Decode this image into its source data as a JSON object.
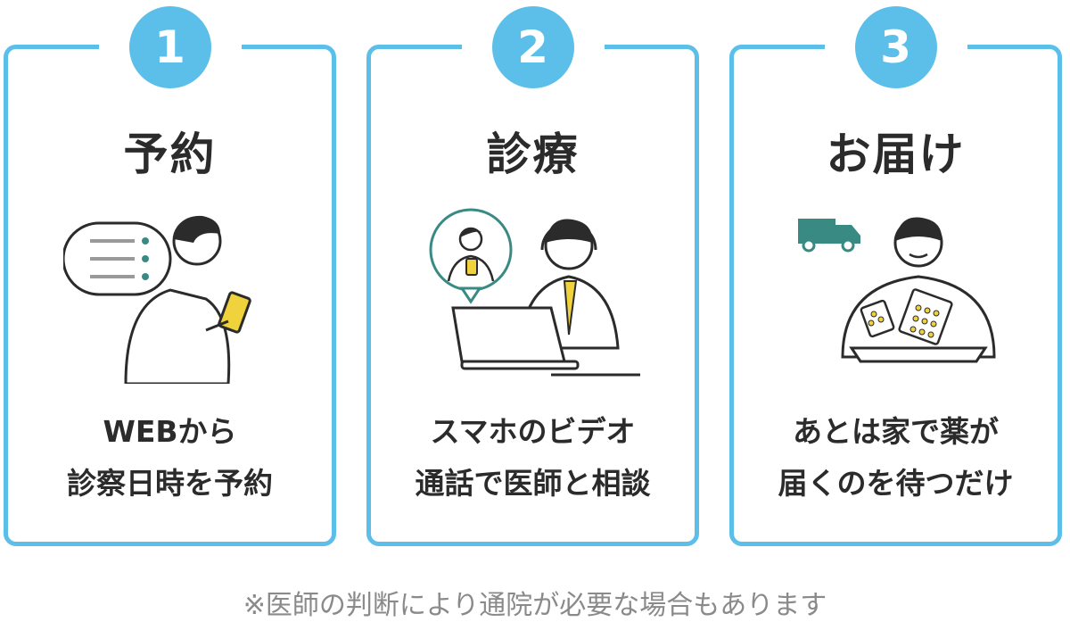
{
  "accent_color": "#5bbfe9",
  "steps": [
    {
      "number": "1",
      "title": "予約",
      "lines": [
        "WEBから",
        "診察日時を予約"
      ],
      "icon": "phone-booking-illustration"
    },
    {
      "number": "2",
      "title": "診療",
      "lines": [
        "スマホのビデオ",
        "通話で医師と相談"
      ],
      "icon": "video-consultation-illustration"
    },
    {
      "number": "3",
      "title": "お届け",
      "lines": [
        "あとは家で薬が",
        "届くのを待つだけ"
      ],
      "icon": "medicine-delivery-illustration"
    }
  ],
  "note": "※医師の判断により通院が必要な場合もあります"
}
